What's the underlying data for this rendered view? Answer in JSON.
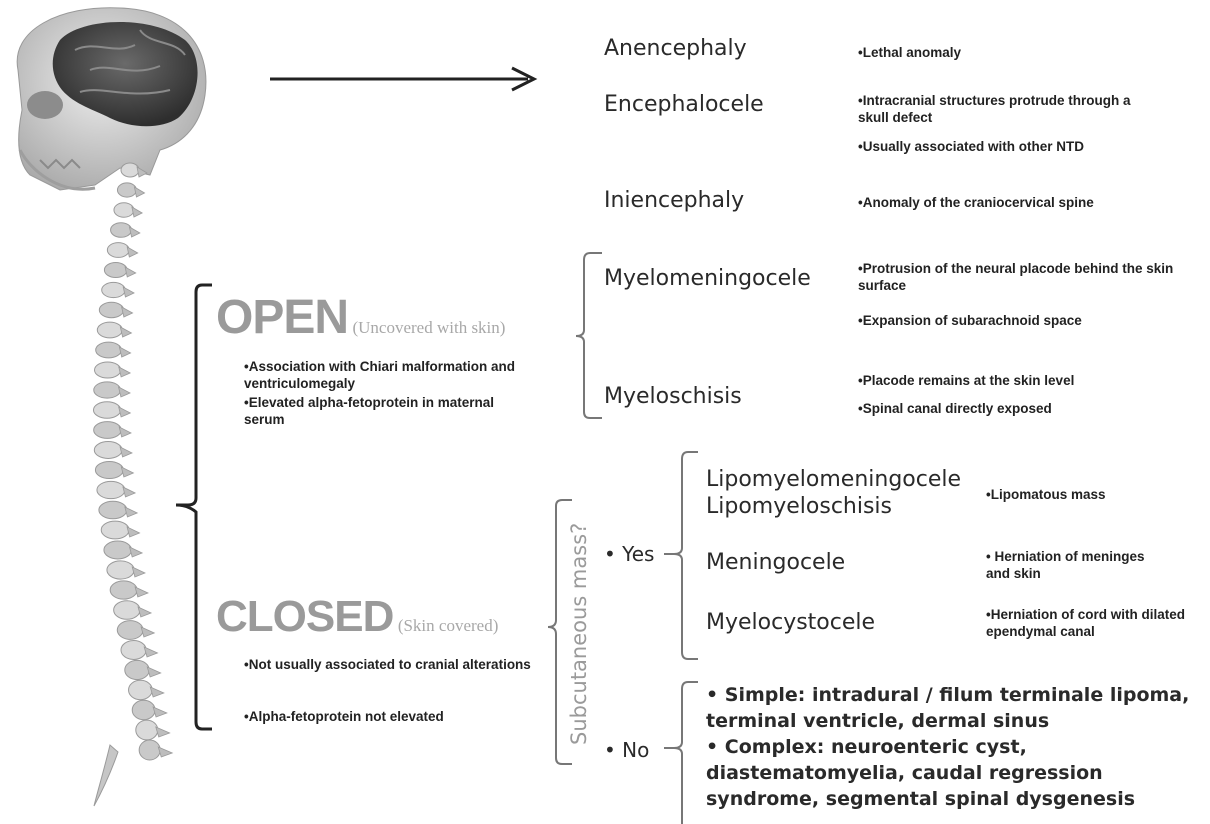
{
  "head_group": {
    "items": [
      {
        "term": "Anencephaly",
        "notes": [
          "•Lethal anomaly"
        ]
      },
      {
        "term": "Encephalocele",
        "notes": [
          "•Intracranial structures protrude through a skull defect",
          "•Usually associated with other NTD"
        ]
      },
      {
        "term": "Iniencephaly",
        "notes": [
          "•Anomaly of the craniocervical spine"
        ]
      }
    ]
  },
  "open": {
    "title": "OPEN",
    "subtitle": "(Uncovered with skin)",
    "notes": [
      "•Association with Chiari malformation and ventriculomegaly",
      "•Elevated alpha-fetoprotein in maternal serum"
    ],
    "items": [
      {
        "term": "Myelomeningocele",
        "notes": [
          "•Protrusion of the neural placode behind the skin surface",
          "•Expansion of subarachnoid space"
        ]
      },
      {
        "term": "Myeloschisis",
        "notes": [
          "•Placode remains at the skin level",
          "•Spinal canal directly exposed"
        ]
      }
    ]
  },
  "closed": {
    "title": "CLOSED",
    "subtitle": "(Skin covered)",
    "notes": [
      "•Not usually associated to cranial alterations",
      "•Alpha-fetoprotein not elevated"
    ],
    "question": "Subcutaneous mass?",
    "yes_label": "• Yes",
    "no_label": "• No",
    "yes_items": [
      {
        "term_lines": [
          "Lipomyelomeningocele",
          "Lipomyeloschisis"
        ],
        "note": "•Lipomatous mass"
      },
      {
        "term_lines": [
          "Meningocele"
        ],
        "note": "• Herniation of meninges and skin"
      },
      {
        "term_lines": [
          "Myelocystocele"
        ],
        "note": "•Herniation of cord with dilated ependymal canal"
      }
    ],
    "no_notes": [
      "• Simple: intradural / filum terminale lipoma, terminal ventricle, dermal sinus",
      "• Complex: neuroenteric cyst, diastematomyelia, caudal regression syndrome, segmental spinal dysgenesis"
    ]
  },
  "colors": {
    "heading_gray": "#9a9a9a",
    "line": "#222222",
    "bone": "#c8c8c8",
    "brain": "#4a4a4a"
  },
  "icons": {
    "skeleton": "skull-and-spine-illustration",
    "arrow": "right-arrow"
  }
}
